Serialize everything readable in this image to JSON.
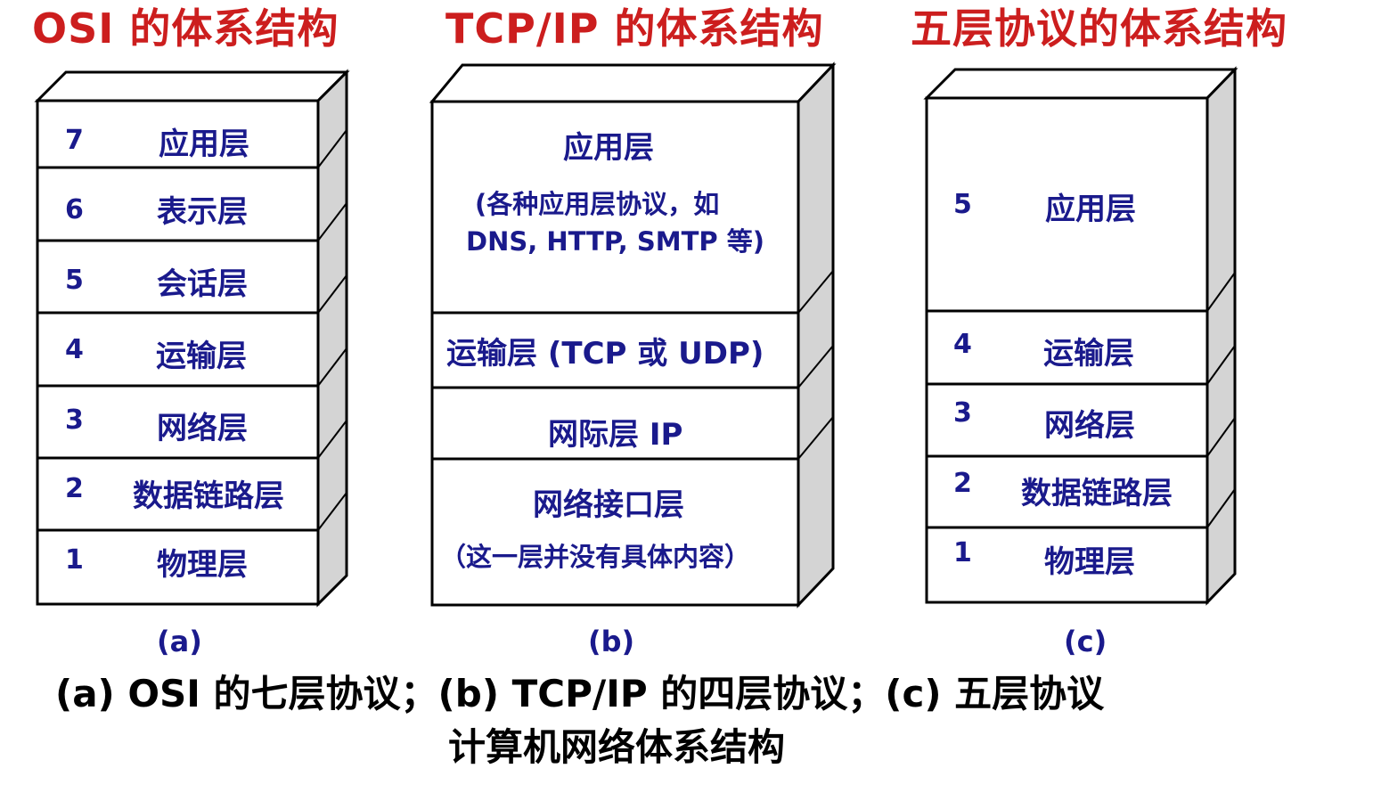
{
  "colors": {
    "title": "#cc1e1e",
    "layer_text": "#1a1a8c",
    "caption": "#000000",
    "box_fill": "#ffffff",
    "side_fill": "#d4d4d4",
    "stroke": "#000000"
  },
  "stacks": {
    "osi": {
      "title": "OSI 的体系结构",
      "label": "(a)",
      "layers": [
        {
          "num": "7",
          "name": "应用层"
        },
        {
          "num": "6",
          "name": "表示层"
        },
        {
          "num": "5",
          "name": "会话层"
        },
        {
          "num": "4",
          "name": "运输层"
        },
        {
          "num": "3",
          "name": "网络层"
        },
        {
          "num": "2",
          "name": "数据链路层"
        },
        {
          "num": "1",
          "name": "物理层"
        }
      ]
    },
    "tcpip": {
      "title": "TCP/IP 的体系结构",
      "label": "(b)",
      "layers": [
        {
          "name": "应用层",
          "sub1": "(各种应用层协议，如",
          "sub2": "DNS, HTTP, SMTP 等)"
        },
        {
          "name": "运输层 (TCP 或 UDP)"
        },
        {
          "name": "网际层 IP"
        },
        {
          "name": "网络接口层",
          "sub1": "（这一层并没有具体内容）"
        }
      ]
    },
    "five": {
      "title": "五层协议的体系结构",
      "label": "(c)",
      "layers": [
        {
          "num": "5",
          "name": "应用层"
        },
        {
          "num": "4",
          "name": "运输层"
        },
        {
          "num": "3",
          "name": "网络层"
        },
        {
          "num": "2",
          "name": "数据链路层"
        },
        {
          "num": "1",
          "name": "物理层"
        }
      ]
    }
  },
  "caption": {
    "line1": "(a) OSI 的七层协议；(b) TCP/IP 的四层协议；(c) 五层协议",
    "line2": "计算机网络体系结构"
  }
}
